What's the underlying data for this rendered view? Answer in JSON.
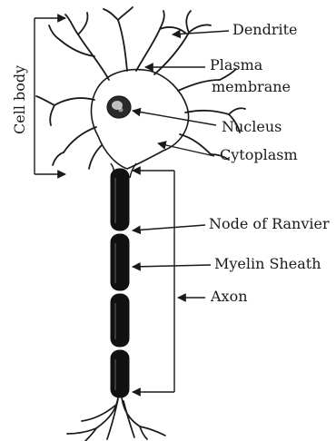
{
  "labels": {
    "cell_body": "Cell body",
    "dendrite": "Dendrite",
    "plasma_line1": "Plasma",
    "plasma_line2": "membrane",
    "nucleus": "Nucleus",
    "cytoplasm": "Cytoplasm",
    "node_of_ranvier": "Node of Ranvier",
    "myelin_sheath": "Myelin Sheath",
    "axon": "Axon"
  },
  "colors": {
    "ink": "#1a1a1a",
    "myelin": "#111111",
    "background": "#ffffff"
  }
}
